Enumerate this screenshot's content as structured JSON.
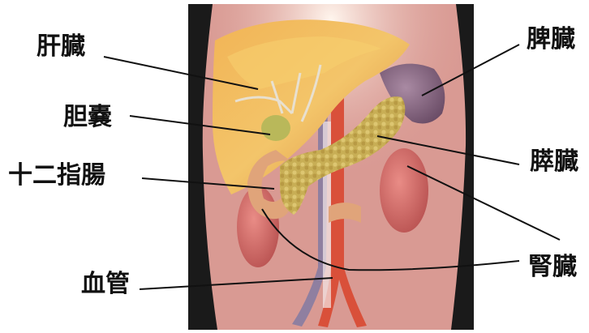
{
  "labels": {
    "liver": "肝臓",
    "gallbladder": "胆嚢",
    "duodenum": "十二指腸",
    "vessel": "血管",
    "spleen": "脾臓",
    "pancreas": "膵臓",
    "kidney": "腎臓"
  },
  "colors": {
    "background": "#ffffff",
    "panel_skin": "#d99a93",
    "panel_edge": "#1a1a1a",
    "liver": "#e8a04a",
    "liver_highlight": "#f6cf6e",
    "gallbladder": "#b9b85a",
    "spleen": "#8a6a86",
    "pancreas": "#c9b35a",
    "kidney": "#d56e6e",
    "duodenum": "#e0a47a",
    "aorta": "#d9503a",
    "vena_cava": "#8f7fa0",
    "leader_line": "#111111"
  }
}
